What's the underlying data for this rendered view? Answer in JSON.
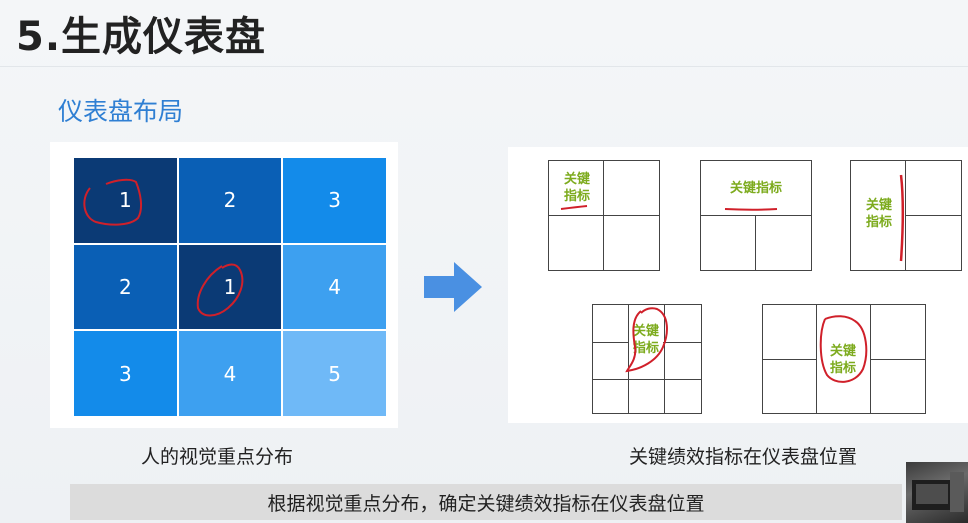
{
  "title": "5.生成仪表盘",
  "subtitle": "仪表盘布局",
  "heatmap": {
    "caption": "人的视觉重点分布",
    "cells": [
      {
        "label": "1",
        "color": "#0b3a75"
      },
      {
        "label": "2",
        "color": "#0a5fb5"
      },
      {
        "label": "3",
        "color": "#138bea"
      },
      {
        "label": "2",
        "color": "#0a5fb5"
      },
      {
        "label": "1",
        "color": "#0b3a75"
      },
      {
        "label": "4",
        "color": "#3da0f0"
      },
      {
        "label": "3",
        "color": "#138bea"
      },
      {
        "label": "4",
        "color": "#3da0f0"
      },
      {
        "label": "5",
        "color": "#6fb9f7"
      }
    ]
  },
  "layouts": {
    "caption": "关键绩效指标在仪表盘位置",
    "kpi_label_line1": "关键",
    "kpi_label_line2": "指标",
    "kpi_label_single": "关键指标"
  },
  "banner": "根据视觉重点分布，确定关键绩效指标在仪表盘位置",
  "colors": {
    "title": "#222222",
    "subtitle": "#2f7fd3",
    "kpi_text": "#7dab1e",
    "annotation_ink": "#d0202a",
    "arrow": "#4a90e2"
  }
}
